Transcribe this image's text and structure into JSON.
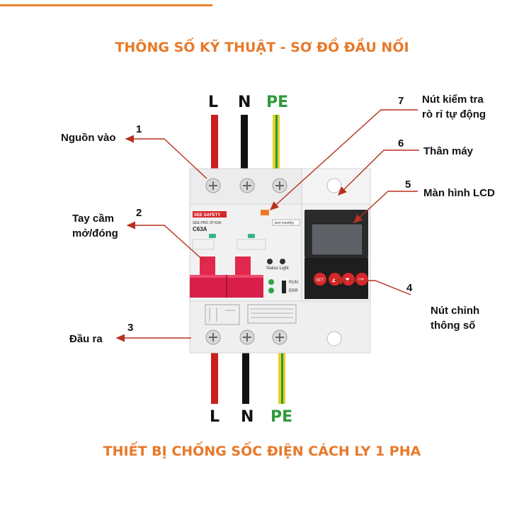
{
  "header": {
    "title": "THÔNG SỐ KỸ THUẬT - SƠ ĐỒ ĐẦU NỐI",
    "footer_title": "THIẾT BỊ CHỐNG SỐC ĐIỆN CÁCH LY 1 PHA"
  },
  "wires_top": [
    {
      "label": "L",
      "color": "#111111"
    },
    {
      "label": "N",
      "color": "#111111"
    },
    {
      "label": "PE",
      "color": "#2e9a3a"
    }
  ],
  "wires_bottom": [
    {
      "label": "L",
      "color": "#111111"
    },
    {
      "label": "N",
      "color": "#111111"
    },
    {
      "label": "PE",
      "color": "#2e9a3a"
    }
  ],
  "callouts": [
    {
      "num": "1",
      "text": "Nguồn vào"
    },
    {
      "num": "2",
      "text": "Tay cầm\nmở/đóng"
    },
    {
      "num": "3",
      "text": "Đầu ra"
    },
    {
      "num": "4",
      "text": "Nút chỉnh\nthông số"
    },
    {
      "num": "5",
      "text": "Màn hình LCD"
    },
    {
      "num": "6",
      "text": "Thân máy"
    },
    {
      "num": "7",
      "text": "Nút kiểm tra\nrò rỉ tự động"
    }
  ],
  "device": {
    "brand": "SEE SAFETY",
    "model": "SEE PRO 1P-63A",
    "rating": "C63A",
    "status_light": "Status Light",
    "run": "RUN",
    "err": "ERR",
    "test": "test monthly",
    "buttons": [
      "SET",
      "▲",
      "▼",
      "OK"
    ]
  },
  "colors": {
    "accent": "#e8792a",
    "red_wire": "#c8201e",
    "black_wire": "#111111",
    "pe_green": "#2e9a3a",
    "pe_yellow": "#e4d12a",
    "handle": "#d81e4a",
    "arrow": "#b8301e"
  }
}
